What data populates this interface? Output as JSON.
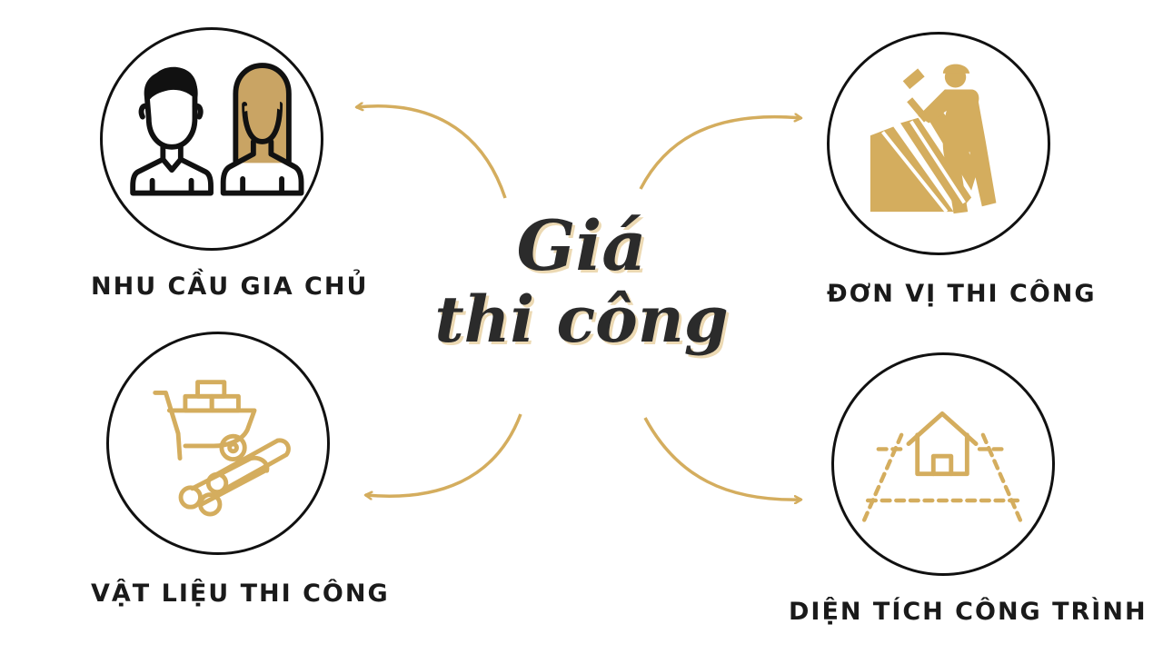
{
  "center": {
    "line1": "Giá",
    "line2": "thi công"
  },
  "nodes": {
    "homeowner_needs": {
      "label": "NHU CẦU GIA CHỦ",
      "icon": "couple-icon"
    },
    "contractor": {
      "label": "ĐƠN VỊ THI CÔNG",
      "icon": "worker-icon"
    },
    "materials": {
      "label": "VẬT LIỆU THI CÔNG",
      "icon": "wheelbarrow-logs-icon"
    },
    "area": {
      "label": "DIỆN TÍCH CÔNG TRÌNH",
      "icon": "house-plot-icon"
    }
  },
  "colors": {
    "accent": "#d4ad5e",
    "outline": "#111111",
    "text": "#1a1a1a",
    "title_shadow": "#ecd9b3"
  }
}
